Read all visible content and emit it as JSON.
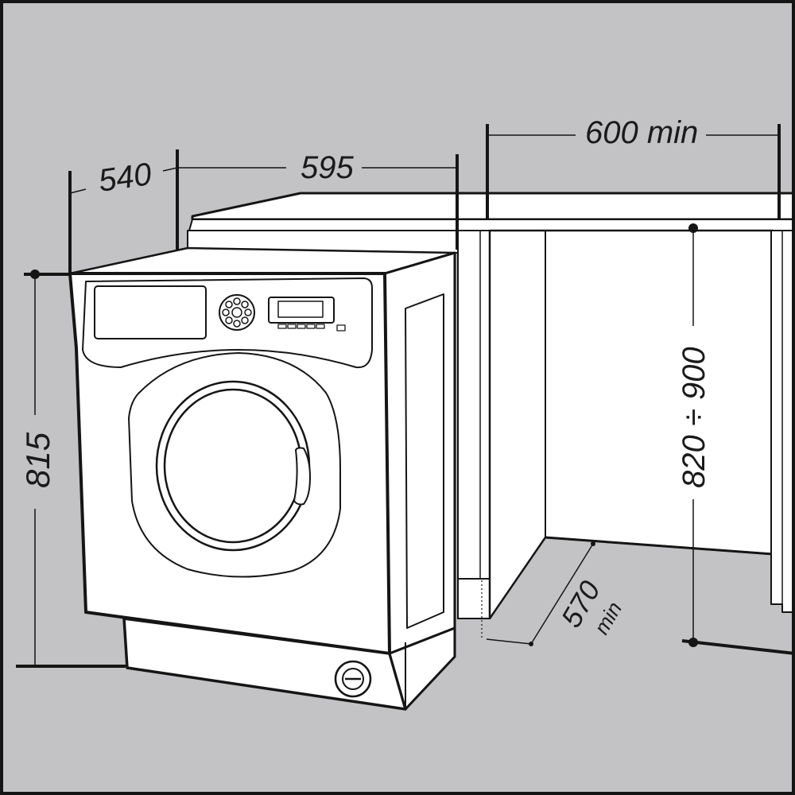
{
  "dimensions": {
    "depth": "540",
    "width": "595",
    "niche_width": "600 min",
    "height": "815",
    "counter_height": "820 ÷ 900",
    "niche_depth_value": "570",
    "niche_depth_unit": "min"
  },
  "colors": {
    "background": "#c3c3c5",
    "line": "#151515",
    "appliance": "#ffffff"
  }
}
